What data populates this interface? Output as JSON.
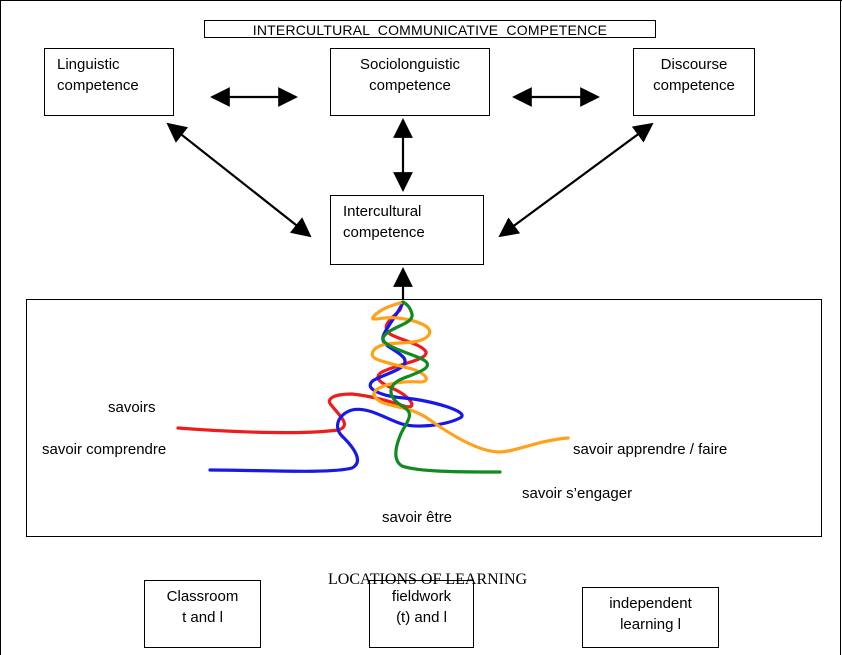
{
  "title": "INTERCULTURAL  COMMUNICATIVE  COMPETENCE",
  "competences": {
    "linguistic": [
      "Linguistic",
      "competence"
    ],
    "sociolinguistic": [
      "Sociolonguistic",
      "competence"
    ],
    "discourse": [
      "Discourse",
      "competence"
    ],
    "intercultural": [
      "Intercultural",
      "competence"
    ]
  },
  "savoirs": {
    "savoirs": "savoirs",
    "comprendre": "savoir comprendre",
    "apprendre": "savoir apprendre / faire",
    "engager": "savoir s’engager",
    "etre": "savoir être"
  },
  "locations_title": "LOCATIONS OF LEARNING",
  "locations": {
    "classroom": [
      "Classroom",
      "t and l"
    ],
    "fieldwork": [
      "fieldwork",
      "(t) and l"
    ],
    "independent": [
      "independent",
      "learning l"
    ]
  },
  "colors": {
    "red": "#ee1c1c",
    "blue": "#1818e8",
    "orange": "#ffa21a",
    "green": "#118a22"
  }
}
